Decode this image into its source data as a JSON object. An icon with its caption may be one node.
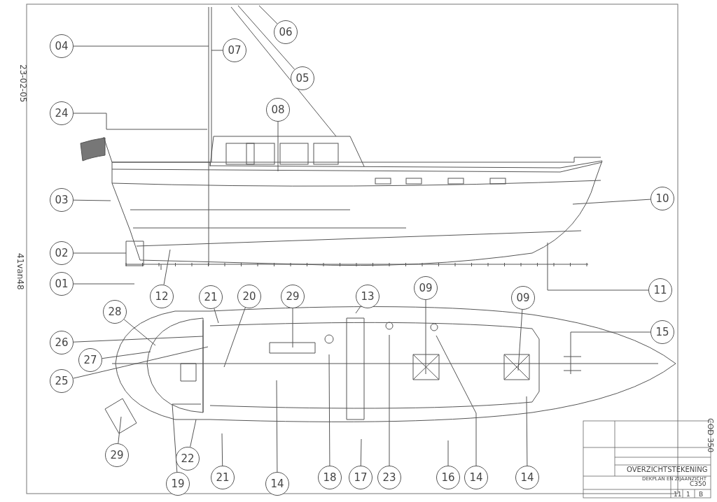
{
  "diagram": {
    "nodes": [
      {
        "text": [
          "06"
        ]
      },
      {
        "text": [
          "04"
        ]
      },
      {
        "text": [
          "07"
        ]
      },
      {
        "text": [
          "05"
        ]
      },
      {
        "text": [
          "08"
        ]
      },
      {
        "text": [
          "24"
        ]
      },
      {
        "text": [
          "10"
        ]
      },
      {
        "text": [
          "03"
        ]
      },
      {
        "text": [
          "02"
        ]
      },
      {
        "text": [
          "01"
        ]
      },
      {
        "text": [
          "09"
        ]
      },
      {
        "text": [
          "11"
        ]
      },
      {
        "text": [
          "12"
        ]
      },
      {
        "text": [
          "21"
        ]
      },
      {
        "text": [
          "20"
        ]
      },
      {
        "text": [
          "29"
        ]
      },
      {
        "text": [
          "13"
        ]
      },
      {
        "text": [
          "09"
        ]
      },
      {
        "text": [
          "28"
        ]
      },
      {
        "text": [
          "15"
        ]
      },
      {
        "text": [
          "26"
        ]
      },
      {
        "text": [
          "27"
        ]
      },
      {
        "text": [
          "25"
        ]
      },
      {
        "text": [
          "29"
        ]
      },
      {
        "text": [
          "22"
        ]
      },
      {
        "text": [
          "19"
        ]
      },
      {
        "text": [
          "21"
        ]
      },
      {
        "text": [
          "14"
        ]
      },
      {
        "text": [
          "18"
        ]
      },
      {
        "text": [
          "17"
        ]
      },
      {
        "text": [
          "23"
        ]
      },
      {
        "text": [
          "16"
        ]
      },
      {
        "text": [
          "14"
        ]
      },
      {
        "text": [
          "14"
        ]
      }
    ],
    "edges": [
      {
        "from": 0,
        "to": null,
        "arrow": "none"
      },
      {
        "from": 1,
        "to": null,
        "arrow": "none"
      },
      {
        "from": 2,
        "to": null,
        "arrow": "none"
      },
      {
        "from": 3,
        "to": null,
        "arrow": "none"
      },
      {
        "from": 4,
        "to": null,
        "arrow": "none"
      },
      {
        "from": 5,
        "to": null,
        "arrow": "none"
      },
      {
        "from": 6,
        "to": null,
        "arrow": "none"
      },
      {
        "from": 7,
        "to": null,
        "arrow": "none"
      },
      {
        "from": 8,
        "to": null,
        "arrow": "none"
      },
      {
        "from": 9,
        "to": null,
        "arrow": "none"
      },
      {
        "from": 10,
        "to": null,
        "arrow": "none"
      },
      {
        "from": 11,
        "to": null,
        "arrow": "none"
      },
      {
        "from": 12,
        "to": null,
        "arrow": "none"
      },
      {
        "from": 13,
        "to": null,
        "arrow": "none"
      },
      {
        "from": 14,
        "to": null,
        "arrow": "none"
      },
      {
        "from": 15,
        "to": null,
        "arrow": "none"
      },
      {
        "from": 16,
        "to": null,
        "arrow": "none"
      },
      {
        "from": 17,
        "to": null,
        "arrow": "none"
      },
      {
        "from": 18,
        "to": null,
        "arrow": "none"
      },
      {
        "from": 19,
        "to": null,
        "arrow": "none"
      },
      {
        "from": 20,
        "to": null,
        "arrow": "none"
      },
      {
        "from": 21,
        "to": null,
        "arrow": "none"
      },
      {
        "from": 22,
        "to": null,
        "arrow": "none"
      },
      {
        "from": 23,
        "to": null,
        "arrow": "none"
      },
      {
        "from": 24,
        "to": null,
        "arrow": "none"
      },
      {
        "from": 25,
        "to": null,
        "arrow": "none"
      },
      {
        "from": 26,
        "to": null,
        "arrow": "none"
      },
      {
        "from": 27,
        "to": null,
        "arrow": "none"
      },
      {
        "from": 28,
        "to": null,
        "arrow": "none"
      },
      {
        "from": 29,
        "to": null,
        "arrow": "none"
      },
      {
        "from": 30,
        "to": null,
        "arrow": "none"
      },
      {
        "from": 31,
        "to": null,
        "arrow": "none"
      },
      {
        "from": 32,
        "to": null,
        "arrow": "none"
      },
      {
        "from": 33,
        "to": null,
        "arrow": "none"
      }
    ],
    "labels": [
      "23-02-05",
      "41van48",
      "COD 350",
      "OVERZICHTSTEKENING",
      "DEKPLAN EN ZIJAANZICHT",
      "C350",
      "11",
      "1",
      "B"
    ]
  }
}
